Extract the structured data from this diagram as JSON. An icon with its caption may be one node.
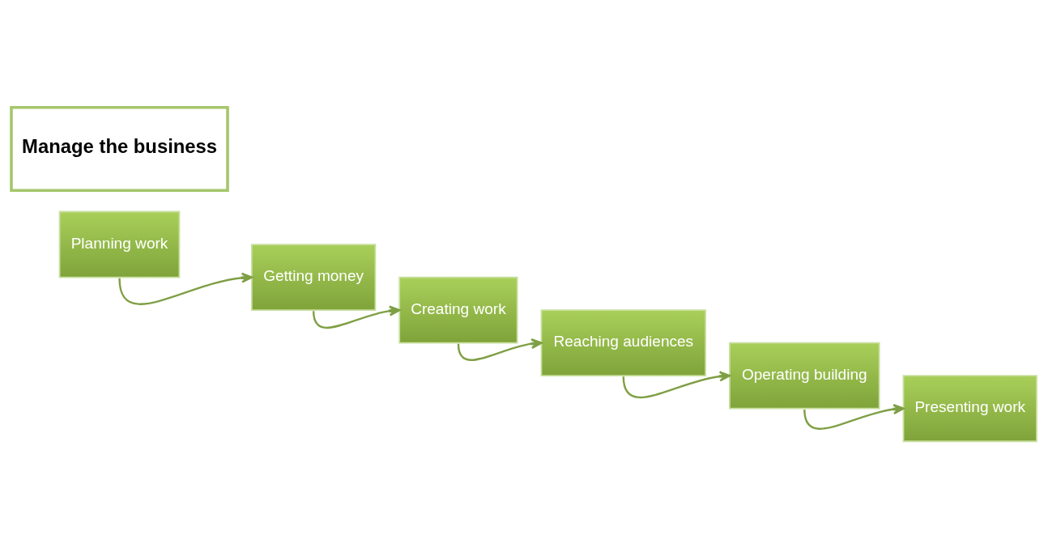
{
  "diagram": {
    "nodes": [
      {
        "text": [
          "Planning work"
        ]
      },
      {
        "text": [
          "Getting money"
        ]
      },
      {
        "text": [
          "Creating work"
        ]
      },
      {
        "text": [
          "Reaching audiences"
        ]
      },
      {
        "text": [
          "Operating building"
        ]
      },
      {
        "text": [
          "Presenting work"
        ]
      },
      {
        "text": [
          "Manage the business"
        ]
      }
    ],
    "edges": [
      {
        "from": 0,
        "to": 1,
        "arrow": "to"
      },
      {
        "from": 1,
        "to": 2,
        "arrow": "to"
      },
      {
        "from": 2,
        "to": 3,
        "arrow": "to"
      },
      {
        "from": 3,
        "to": 4,
        "arrow": "to"
      },
      {
        "from": 4,
        "to": 5,
        "arrow": "to"
      }
    ]
  }
}
